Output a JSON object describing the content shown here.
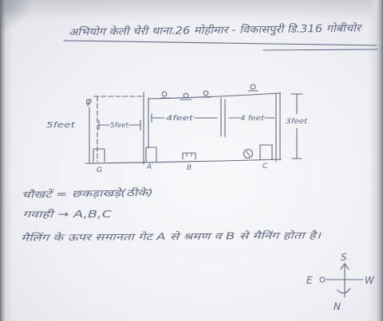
{
  "document": {
    "title": "अभियोग केली चेरी थाना.26 मोहीमार - विकासपुरी डि.316 गोबीचोर"
  },
  "diagram": {
    "labels": {
      "corner_mark": "φ",
      "left_height": "5feet",
      "inner_width": "5feet",
      "middle_width_1": "4feet",
      "middle_width_2": "4 feet",
      "right_height": "3feet",
      "point_g": "G",
      "point_a": "A",
      "point_b": "B",
      "point_c": "C"
    }
  },
  "legend": {
    "line1": "चौखटें = छकड़ाखड़े(ठीके)",
    "line2": "गवाही → A,B,C",
    "line3": "मैलिंग के ऊपर समानता गेट A से श्रमण व B से मैनिंग होता है।"
  },
  "compass": {
    "south": "S",
    "east": "E",
    "west": "W",
    "north": "N"
  },
  "colors": {
    "ink": "#55597a",
    "paper": "#eef0f4"
  }
}
